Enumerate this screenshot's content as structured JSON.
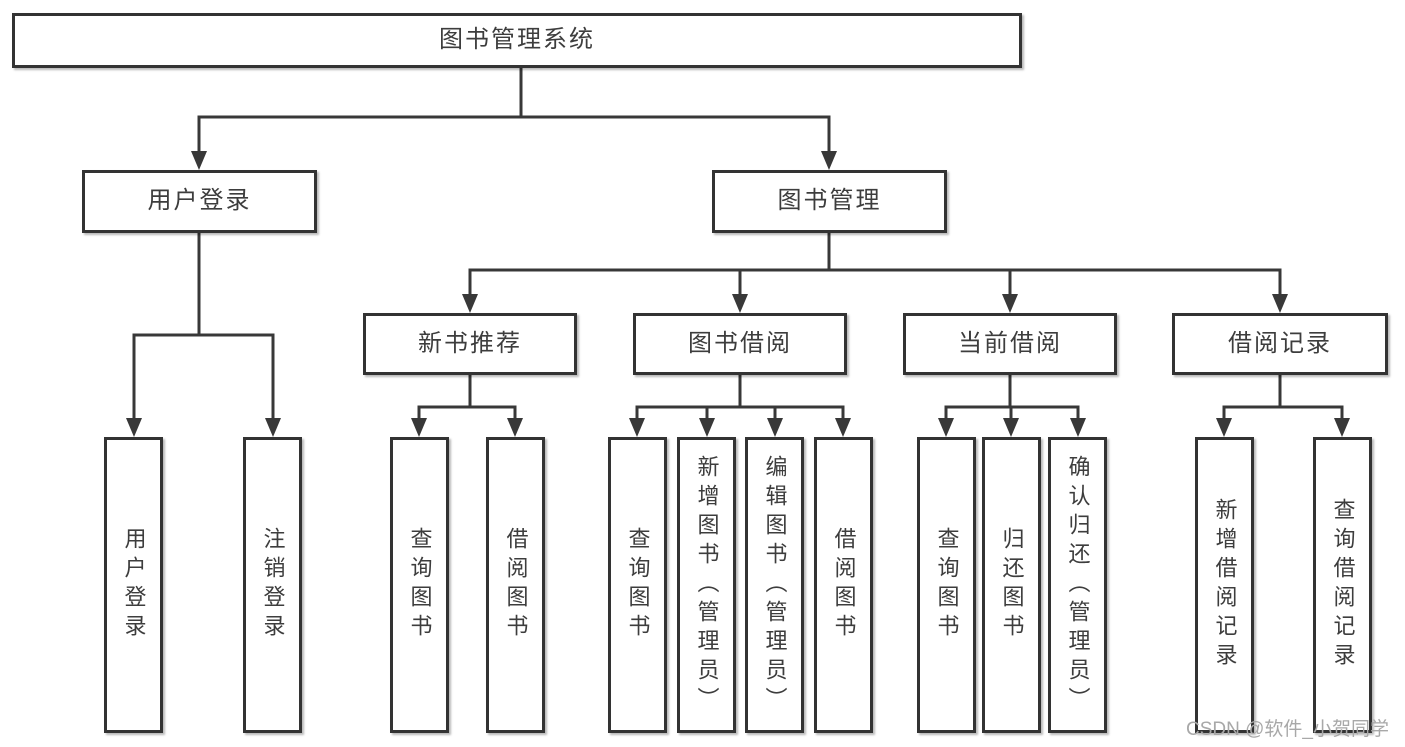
{
  "colors": {
    "line": "#383838",
    "border": "#333333",
    "text": "#3d3d3d",
    "watermark": "#a8a8a8"
  },
  "watermark": {
    "text": "CSDN @软件_小贺同学"
  },
  "tree": {
    "root": {
      "label": "图书管理系统",
      "children": [
        {
          "label": "用户登录",
          "children": [
            {
              "label": "用户登录"
            },
            {
              "label": "注销登录"
            }
          ]
        },
        {
          "label": "图书管理",
          "children": [
            {
              "label": "新书推荐",
              "children": [
                {
                  "label": "查询图书"
                },
                {
                  "label": "借阅图书"
                }
              ]
            },
            {
              "label": "图书借阅",
              "children": [
                {
                  "label": "查询图书"
                },
                {
                  "label": "新增图书（管理员）"
                },
                {
                  "label": "编辑图书（管理员）"
                },
                {
                  "label": "借阅图书"
                }
              ]
            },
            {
              "label": "当前借阅",
              "children": [
                {
                  "label": "查询图书"
                },
                {
                  "label": "归还图书"
                },
                {
                  "label": "确认归还（管理员）"
                }
              ]
            },
            {
              "label": "借阅记录",
              "children": [
                {
                  "label": "新增借阅记录"
                },
                {
                  "label": "查询借阅记录"
                }
              ]
            }
          ]
        }
      ]
    }
  }
}
